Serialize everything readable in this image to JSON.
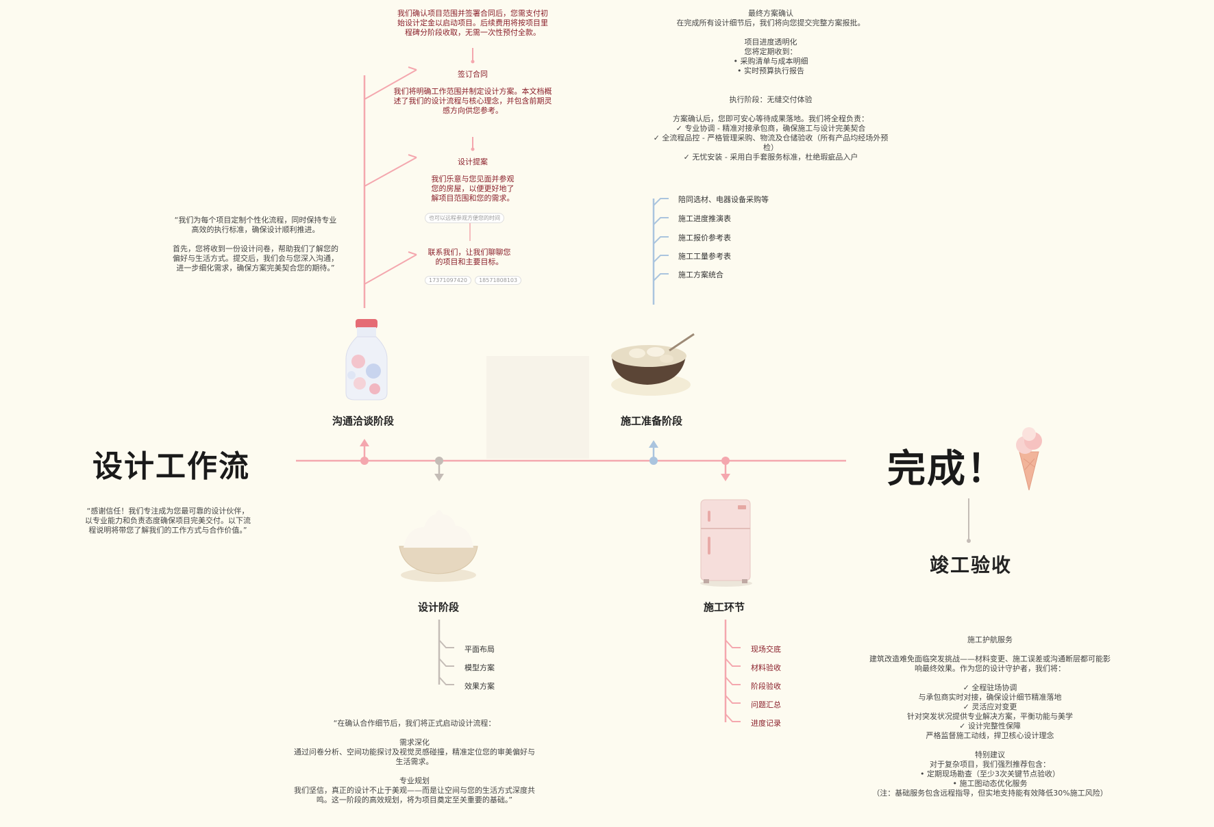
{
  "main_title": "设计工作流",
  "intro_note": "“感谢信任！我们专注成为您最可靠的设计伙伴，\n以专业能力和负责态度确保项目完美交付。以下流\n程说明将带您了解我们的工作方式与合作价值。”",
  "done_title": "完成！",
  "acceptance_title": "竣工验收",
  "stages": {
    "communication": {
      "label": "沟通洽谈阶段",
      "side_note": "“我们为每个项目定制个性化流程，同时保持专业\n高效的执行标准，确保设计顺利推进。\n\n首先，您将收到一份设计问卷，帮助我们了解您的\n偏好与生活方式。提交后，我们会与您深入沟通，\n进一步细化需求，确保方案完美契合您的期待。”",
      "top_note": "我们确认项目范围并签署合同后，您需支付初\n始设计定金以启动项目。后续费用将按项目里\n程碑分阶段收取，无需一次性预付全款。",
      "contract_label": "签订合同",
      "contract_note": "我们将明确工作范围并制定设计方案。本文档概\n述了我们的设计流程与核心理念，并包含前期灵\n感方向供您参考。",
      "proposal_label": "设计提案",
      "proposal_note": "我们乐意与您见面并参观\n您的房屋，以便更好地了\n解项目范围和您的需求。",
      "remote_pill": "也可以远程参观方便您的时间",
      "contact_note": "联系我们，让我们聊聊您\n的项目和主要目标。",
      "phones": [
        "17371097420",
        "18571808103"
      ]
    },
    "design": {
      "label": "设计阶段",
      "items": [
        "平面布局",
        "模型方案",
        "效果方案"
      ],
      "note": "“在确认合作细节后，我们将正式启动设计流程：\n\n需求深化\n通过问卷分析、空间功能探讨及视觉灵感碰撞，精准定位您的审美偏好与\n生活需求。\n\n专业规划\n我们坚信，真正的设计不止于美观——而是让空间与您的生活方式深度共\n鸣。这一阶段的高效规划，将为项目奠定至关重要的基础。”"
    },
    "prep": {
      "label": "施工准备阶段",
      "top_note": "最终方案确认\n在完成所有设计细节后，我们将向您提交完整方案报批。\n\n项目进度透明化\n您将定期收到：\n• 采购清单与成本明细\n• 实时预算执行报告\n\n\n执行阶段：无缝交付体验\n\n方案确认后，您即可安心等待成果落地。我们将全程负责：\n✓ 专业协调 - 精准对接承包商，确保施工与设计完美契合\n✓ 全流程品控 - 严格管理采购、物流及仓储验收（所有产品均经场外预\n检）\n✓ 无忧安装 - 采用白手套服务标准，杜绝瑕疵品入户",
      "items": [
        "陪同选材、电器设备采购等",
        "施工进度推演表",
        "施工报价参考表",
        "施工工量参考表",
        "施工方案统合"
      ]
    },
    "construction": {
      "label": "施工环节",
      "items": [
        "现场交底",
        "材料验收",
        "阶段验收",
        "问题汇总",
        "进度记录"
      ]
    },
    "acceptance": {
      "note": "施工护航服务\n\n建筑改造难免面临突发挑战——材料变更、施工误差或沟通断层都可能影\n响最终效果。作为您的设计守护者，我们将：\n\n✓ 全程驻场协调\n与承包商实时对接，确保设计细节精准落地\n✓ 灵活应对变更\n针对突发状况提供专业解决方案，平衡功能与美学\n✓ 设计完整性保障\n严格监督施工动线，捍卫核心设计理念\n\n特别建议\n对于复杂项目，我们强烈推荐包含：\n• 定期现场勘查（至少3次关键节点验收）\n• 施工图动态优化服务\n（注：基础服务包含远程指导，但实地支持能有效降低30%施工风险）"
    }
  },
  "icons": {
    "communication": "milk-bottle-icon",
    "prep": "dessert-pot-icon",
    "design": "cream-bowl-icon",
    "construction": "refrigerator-icon",
    "done": "ice-cream-cone-icon"
  },
  "colors": {
    "pink": "#f4a7ae",
    "blue": "#aac4de",
    "gray": "#c4bcb6",
    "red_text": "#8a1f2a"
  }
}
